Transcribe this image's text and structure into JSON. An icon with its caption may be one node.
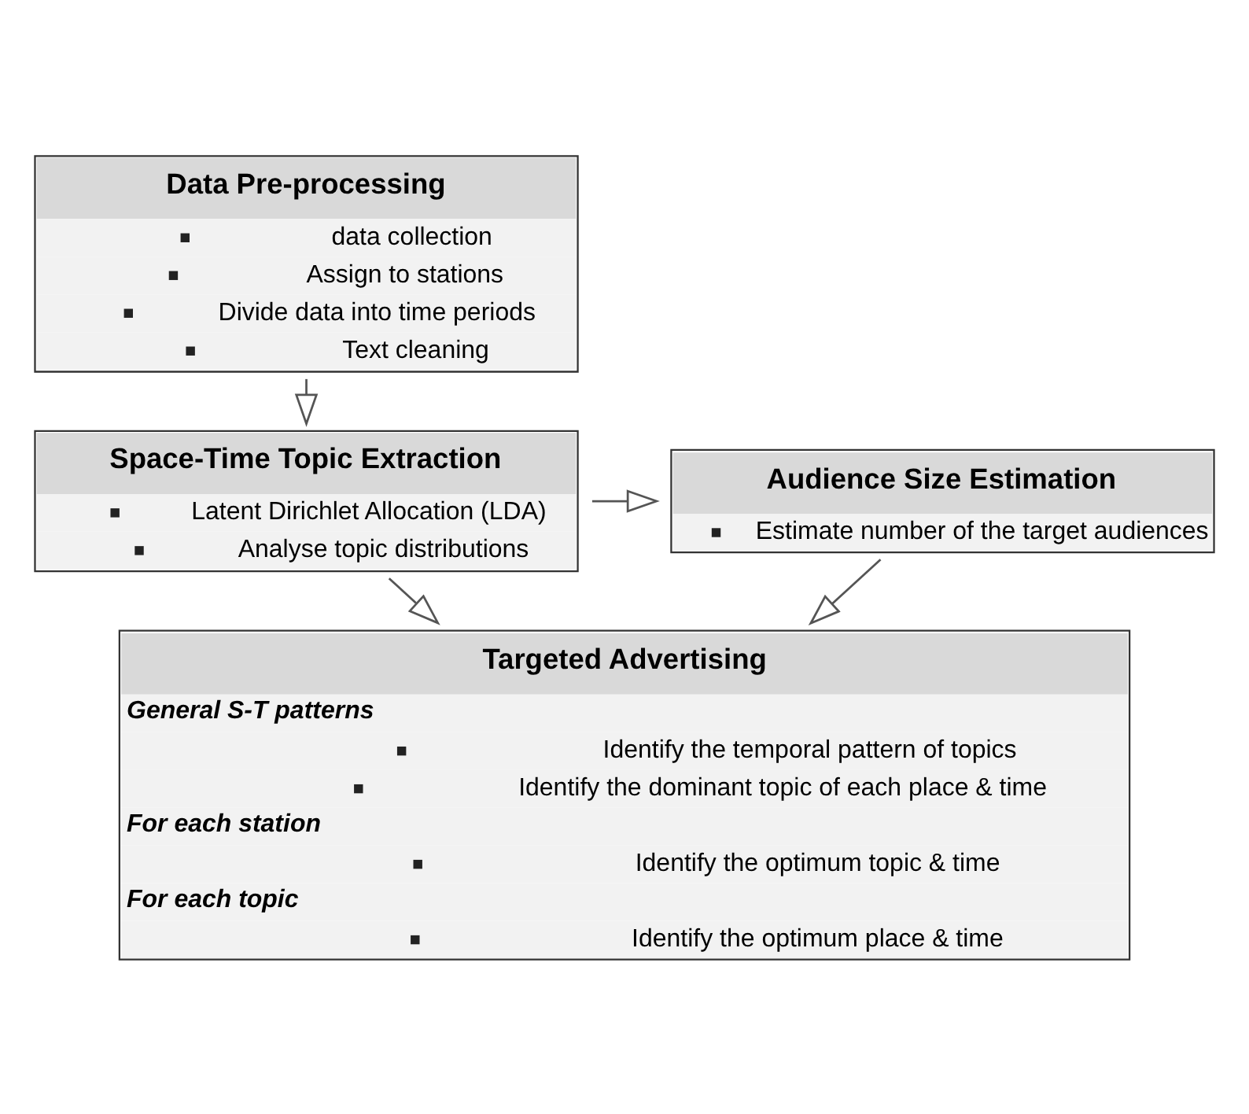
{
  "diagram": {
    "nodes": [
      {
        "text": [
          "Data Pre-processing",
          "data collection",
          "Assign to stations",
          "Divide data into time periods",
          "Text cleaning"
        ]
      },
      {
        "text": [
          "Space-Time Topic Extraction",
          "Latent Dirichlet Allocation (LDA)",
          "Analyse topic distributions"
        ]
      },
      {
        "text": [
          "Audience Size Estimation",
          "Estimate number of the target audiences"
        ]
      },
      {
        "text": [
          "Targeted Advertising",
          "General S-T patterns",
          "Identify the temporal pattern of topics",
          "Identify the dominant topic of each place & time",
          "For each station",
          "Identify the optimum topic & time",
          "For each topic",
          "Identify the optimum place & time"
        ]
      }
    ],
    "edges": [
      {
        "from": 0,
        "to": 1,
        "arrow": "to"
      },
      {
        "from": 1,
        "to": 2,
        "arrow": "to"
      },
      {
        "from": 1,
        "to": 3,
        "arrow": "to"
      },
      {
        "from": 2,
        "to": 3,
        "arrow": "to"
      }
    ]
  }
}
